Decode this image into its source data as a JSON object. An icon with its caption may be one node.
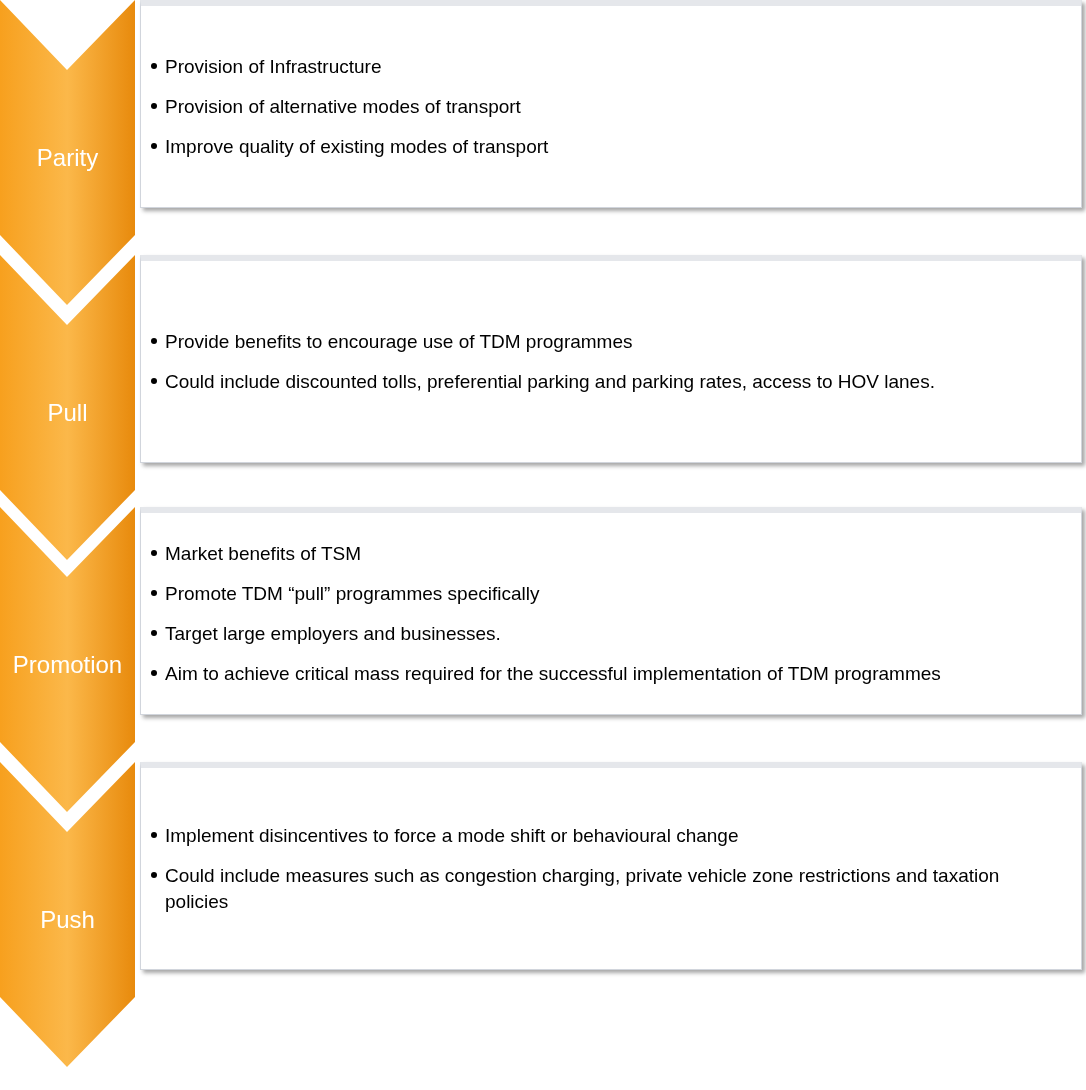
{
  "diagram": {
    "nodes": [
      {
        "text": [
          "Parity"
        ]
      },
      {
        "text": [
          "Provision of Infrastructure",
          "Provision of alternative modes of transport",
          "Improve quality of existing modes of transport"
        ]
      },
      {
        "text": [
          "Pull"
        ]
      },
      {
        "text": [
          "Provide benefits to encourage use of TDM programmes",
          "Could include discounted tolls, preferential parking and parking rates, access to HOV lanes."
        ]
      },
      {
        "text": [
          "Promotion"
        ]
      },
      {
        "text": [
          "Market benefits of TSM",
          "Promote TDM “pull” programmes specifically",
          "Target large employers and businesses.",
          "Aim to achieve critical mass required for the successful implementation of TDM programmes"
        ]
      },
      {
        "text": [
          "Push"
        ]
      },
      {
        "text": [
          "Implement disincentives to force a mode shift or behavioural change",
          "Could include measures such as congestion charging, private vehicle zone restrictions and taxation policies"
        ]
      }
    ]
  }
}
